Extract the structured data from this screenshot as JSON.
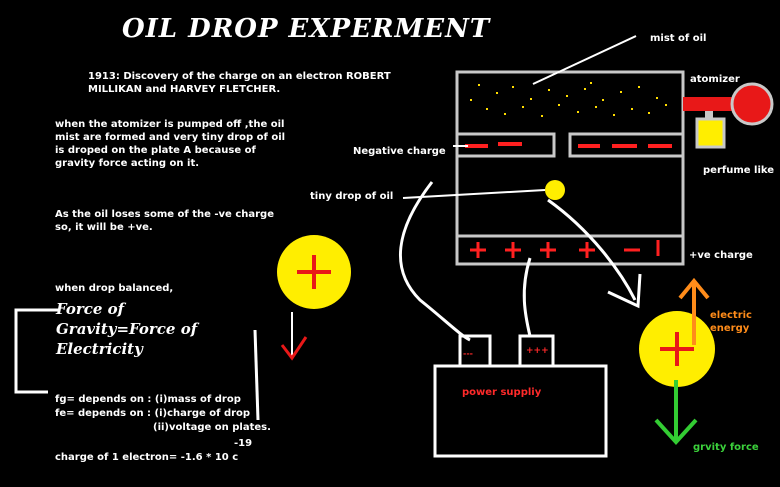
{
  "title": "OIL DROP EXPERMENT",
  "history": "1913: Discovery of the charge on an electron ROBERT\nMILLIKAN and HARVEY FLETCHER.",
  "paragraph1": "when the atomizer is pumped off ,the oil\nmist are formed and very tiny drop of oil\nis droped on the plate A because of\ngravity force acting on it.",
  "paragraph2": "As the oil loses some of the -ve charge\nso, it will be +ve.",
  "balanced_label": "when drop balanced,",
  "force_equation": "Force of\nGravity=Force of\nElectricity",
  "fg_line": "fg= depends on : (i)mass of drop",
  "fe_line": "fe= depends on : (i)charge of drop",
  "voltage_line": "(ii)voltage on plates.",
  "exponent": "-19",
  "charge_line": "charge of 1 electron= -1.6 * 10    c",
  "labels": {
    "mist_of_oil": "mist of oil",
    "atomizer": "atomizer",
    "negative_charge": "Negative charge",
    "perfume_like": "perfume like",
    "tiny_drop": "tiny drop of oil",
    "positive_charge": "+ve charge",
    "power_supply": "power suppliy",
    "neg_terminal": "---",
    "pos_terminal": "+++",
    "electric_energy": "electric\nenergy",
    "gravity_force": "grvity force"
  },
  "colors": {
    "background": "#000000",
    "plate_outline": "#c8c8c8",
    "minus_sign": "#ff2020",
    "drop_yellow": "#ffee00",
    "gravity_arrow": "#33cc33",
    "energy_arrow": "#ff8c1a"
  }
}
